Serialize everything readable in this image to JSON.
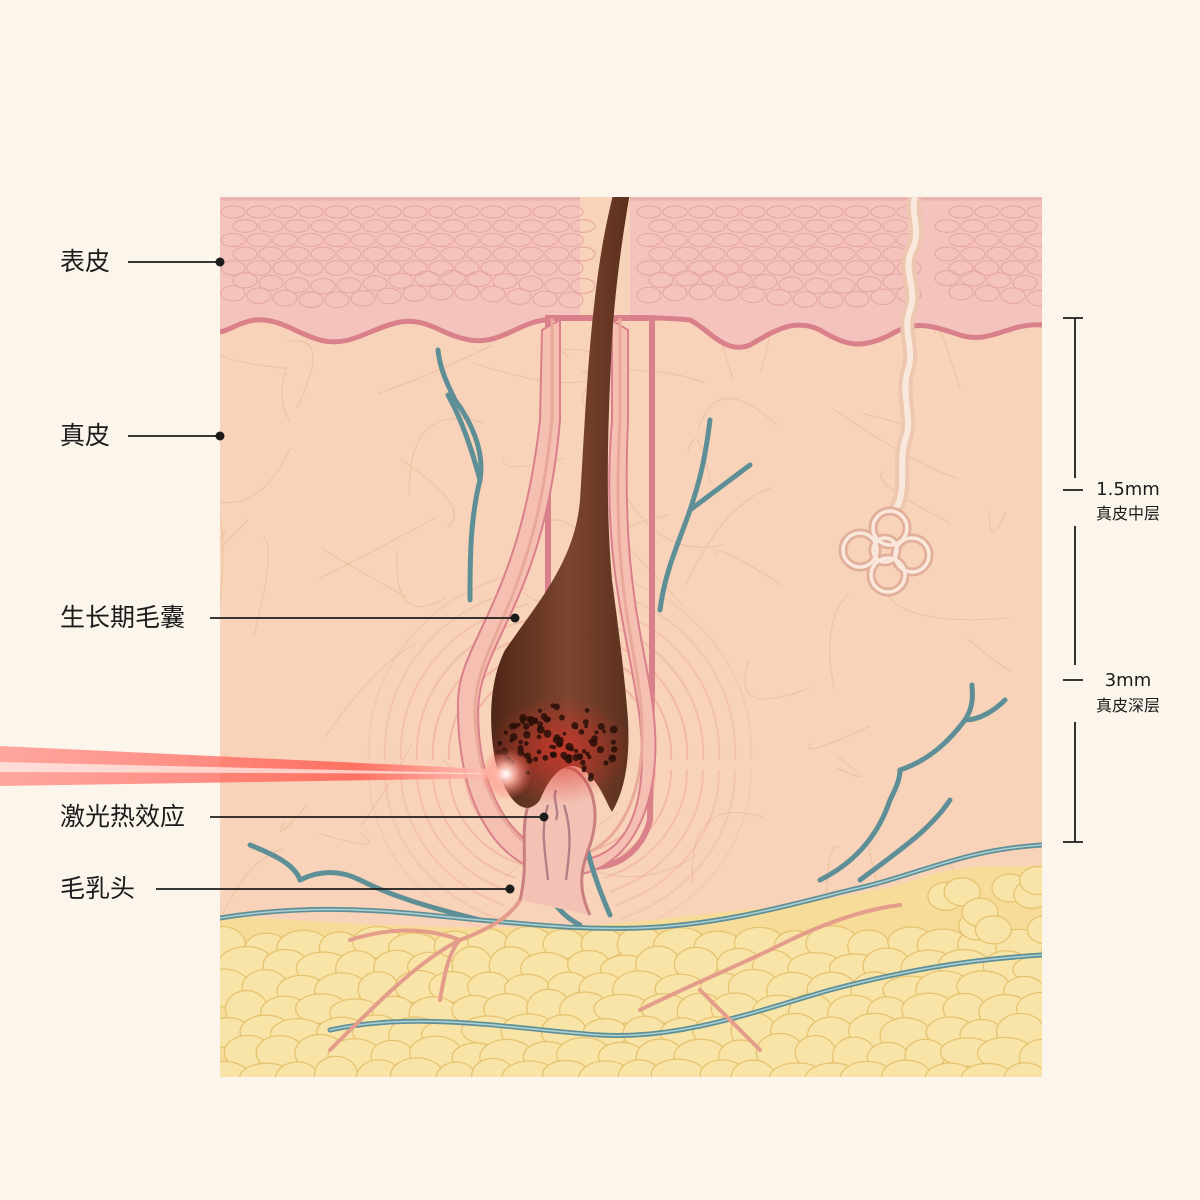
{
  "labels": {
    "epidermis": "表皮",
    "dermis": "真皮",
    "anagen_follicle": "生长期毛囊",
    "laser_thermal_effect": "激光热效应",
    "dermal_papilla": "毛乳头"
  },
  "scale": {
    "mid": {
      "value": "1.5mm",
      "text": "真皮中层"
    },
    "deep": {
      "value": "3mm",
      "text": "真皮深层"
    }
  },
  "colors": {
    "background": "#fbf5ec",
    "epidermis": "#f4c3bd",
    "dermis": "#f8d3b9",
    "fat": "#f6dc98",
    "hair": "#6e3a28",
    "vein": "#6f9aa0",
    "artery": "#e39a8a",
    "laser": "#ff5a4e"
  }
}
